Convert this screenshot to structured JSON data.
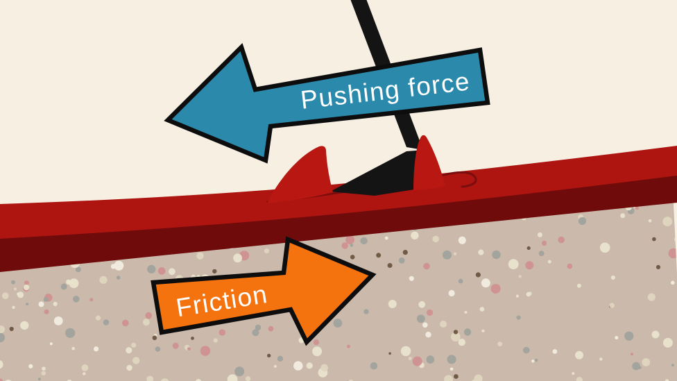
{
  "meta": {
    "description": "Diagram of a block being pushed across sandpaper: pushing force acts left, friction acts right in the opposite direction"
  },
  "arrows": {
    "pushing": {
      "label": "Pushing force",
      "direction": "left",
      "color": "#2b8aac"
    },
    "friction": {
      "label": "Friction",
      "direction": "right",
      "color": "#f4730f"
    }
  },
  "colors": {
    "background": "#f6efe2",
    "outline": "#0d0d0d",
    "label_text": "#ffffff",
    "board_red": "#ae1511",
    "board_shadow_red": "#6f0b0b",
    "fin_red": "#b81712",
    "crease_red": "#7a0d0d",
    "stick_black": "#141414",
    "sand_base": "#cbbaab",
    "sand_dots": [
      "#e9e3cc",
      "#dfd5bf",
      "#9fa29c",
      "#cf9090",
      "#6b5540",
      "#f2ece0"
    ]
  }
}
